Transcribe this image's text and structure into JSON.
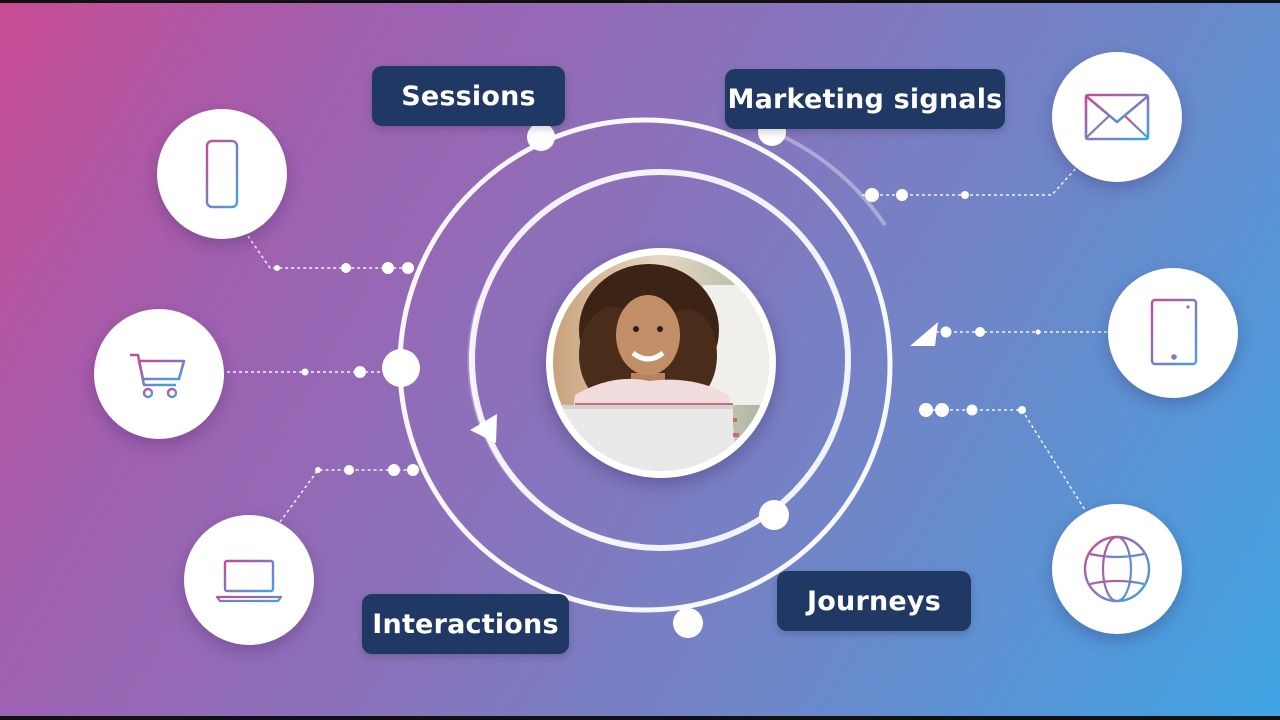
{
  "labels": {
    "sessions": "Sessions",
    "marketing": "Marketing signals",
    "interactions": "Interactions",
    "journeys": "Journeys"
  },
  "icons": [
    "smartphone-icon",
    "shopping-cart-icon",
    "laptop-icon",
    "envelope-icon",
    "tablet-icon",
    "globe-icon"
  ],
  "colors": {
    "label_bg": "#1f3864",
    "icon_gradient_start": "#c84b93",
    "icon_gradient_end": "#3fa4e4"
  }
}
